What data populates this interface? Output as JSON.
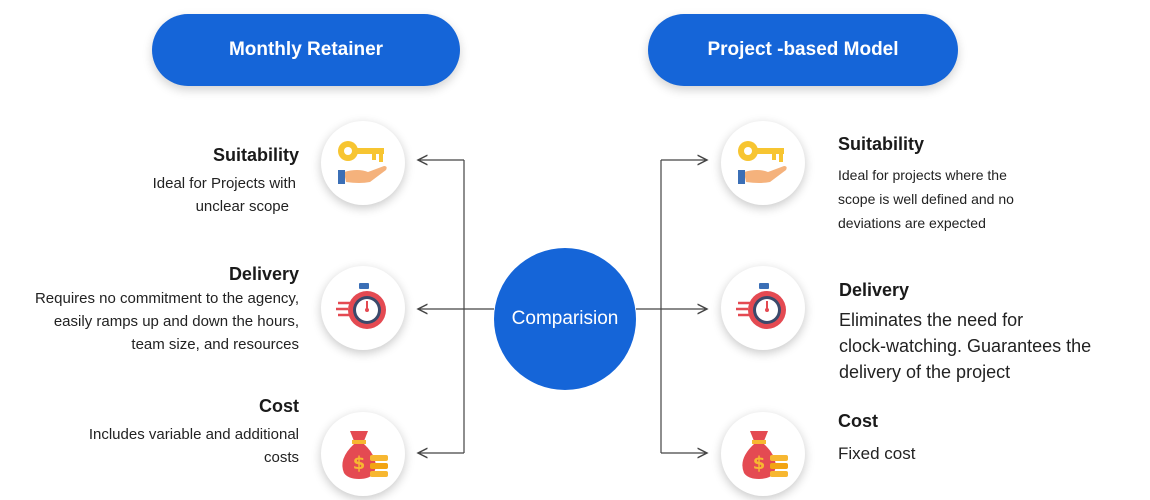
{
  "header": {
    "left_title": "Monthly Retainer",
    "right_title": "Project -based Model"
  },
  "center": {
    "label": "Comparision"
  },
  "left": [
    {
      "title": "Suitability",
      "desc": [
        "Ideal for Projects with",
        "unclear scope"
      ],
      "icon": "key-hand-icon"
    },
    {
      "title": "Delivery",
      "desc": [
        "Requires no commitment to the agency,",
        "easily ramps up and down the hours,",
        "team size, and resources"
      ],
      "icon": "stopwatch-icon"
    },
    {
      "title": "Cost",
      "desc": [
        "Includes variable and additional",
        "costs"
      ],
      "icon": "money-bag-icon"
    }
  ],
  "right": [
    {
      "title": "Suitability",
      "desc": [
        "Ideal for projects where the",
        "scope is well defined and no",
        "deviations are expected"
      ],
      "icon": "key-hand-icon"
    },
    {
      "title": "Delivery",
      "desc": [
        "Eliminates the need for",
        "clock-watching. Guarantees the",
        "delivery of the project"
      ],
      "icon": "stopwatch-icon"
    },
    {
      "title": "Cost",
      "desc": [
        "Fixed cost"
      ],
      "icon": "money-bag-icon"
    }
  ],
  "colors": {
    "accent": "#1565d8",
    "key": "#f7c531",
    "hand": "#f5b27c",
    "sleeve": "#3b6fb6",
    "bag": "#e44a52",
    "coin": "#f7b731",
    "watch": "#e44a52"
  }
}
